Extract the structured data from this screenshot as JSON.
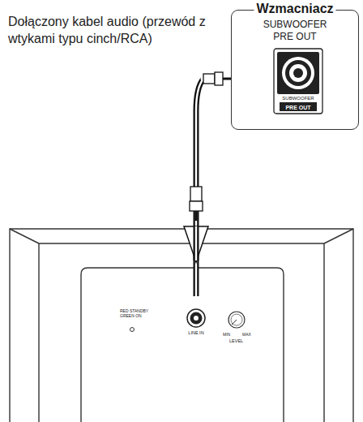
{
  "diagram": {
    "nodes": [
      {
        "text": [
          "Wzmacniacz",
          "SUBWOOFER PRE OUT",
          "SUBWOOFER",
          "PRE OUT"
        ]
      },
      {
        "text": [
          "LINE IN"
        ]
      }
    ],
    "edges": [
      {
        "from": 0,
        "to": 1,
        "arrow": "to"
      }
    ],
    "labels": [
      "Dołączony kabel audio (przewód z wtykami typu cinch/RCA)",
      "RED STANDBY GREEN ON",
      "MIN",
      "MAX",
      "LEVEL"
    ]
  }
}
